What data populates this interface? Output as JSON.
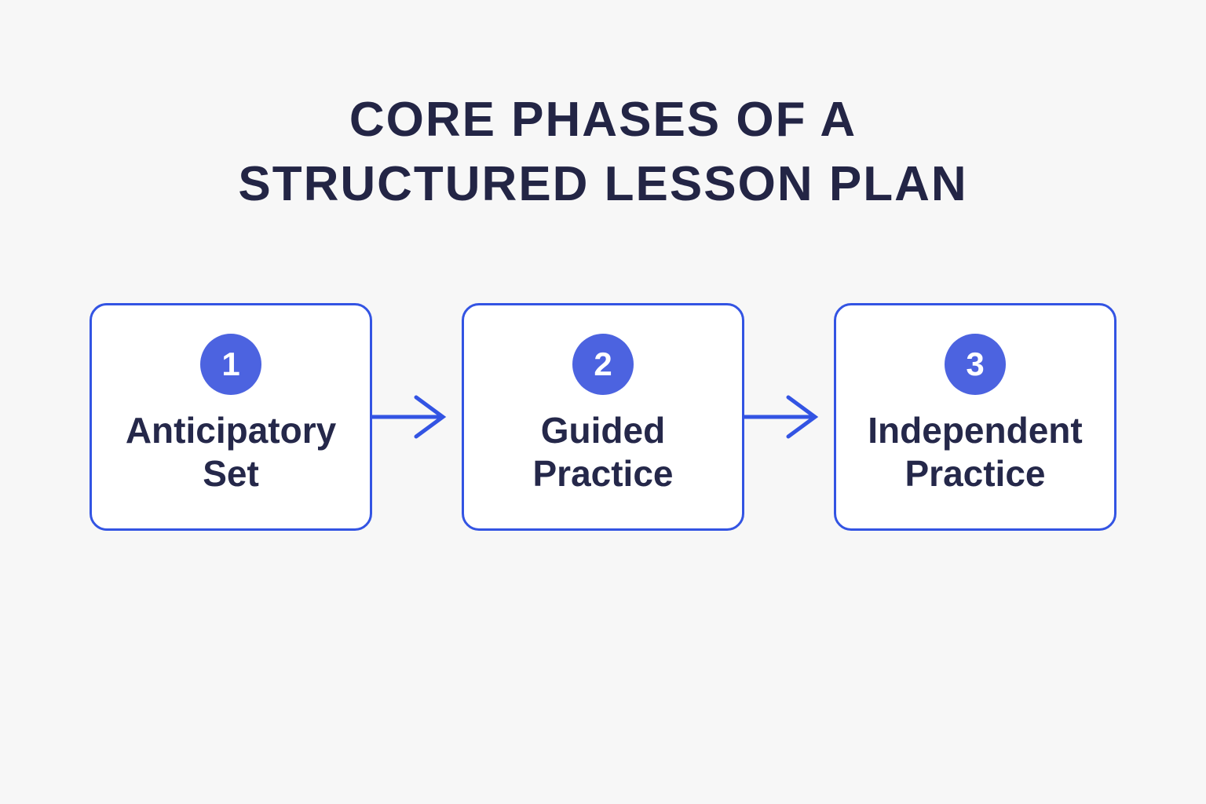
{
  "header": {
    "title_line1": "CORE PHASES OF A",
    "title_line2": "STRUCTURED LESSON PLAN"
  },
  "phases": [
    {
      "number": "1",
      "label": "Anticipatory Set"
    },
    {
      "number": "2",
      "label": "Guided Practice"
    },
    {
      "number": "3",
      "label": "Independent Practice"
    }
  ],
  "colors": {
    "background": "#f7f7f7",
    "card_background": "#ffffff",
    "card_border": "#3354e3",
    "arrow": "#3354e3",
    "number_circle": "#4c63e0",
    "number_text": "#ffffff",
    "title_text": "#232545",
    "label_text": "#25284a"
  }
}
